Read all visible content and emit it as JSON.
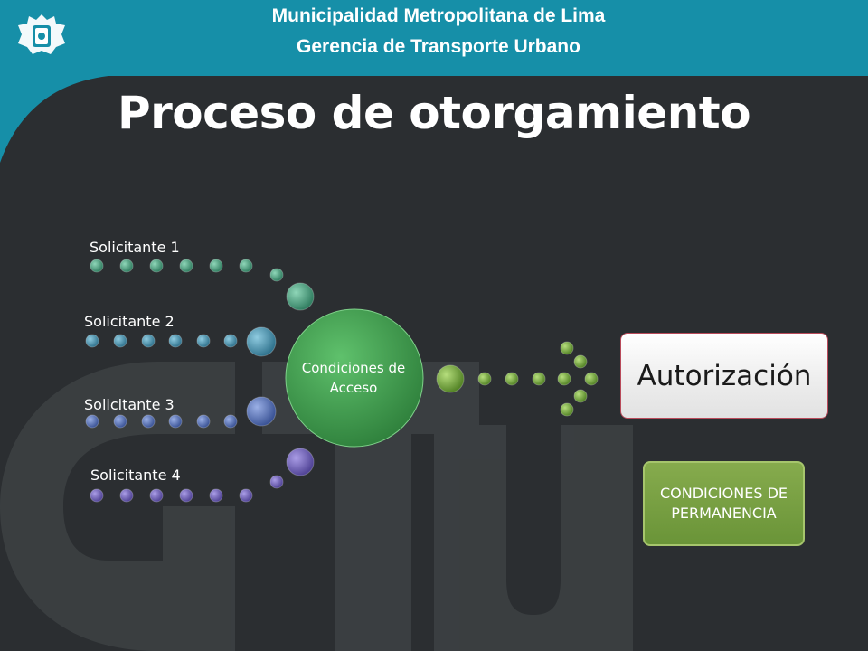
{
  "header": {
    "line1": "Municipalidad Metropolitana de Lima",
    "line2": "Gerencia de Transporte Urbano",
    "logo_icon": "lima-coat-of-arms-icon",
    "watermark": "GTU"
  },
  "title": "Proceso de otorgamiento",
  "applicants": [
    {
      "label": "Solicitante 1",
      "color": "#3f9b7a"
    },
    {
      "label": "Solicitante 2",
      "color": "#3f8aa9"
    },
    {
      "label": "Solicitante 3",
      "color": "#4a6fb3"
    },
    {
      "label": "Solicitante 4",
      "color": "#6a5bb3"
    }
  ],
  "center": {
    "label": "Condiciones de Acceso",
    "color": "#3f9a4f"
  },
  "output_chain_color": "#6fa83a",
  "boxes": {
    "autorizacion": "Autorización",
    "condiciones_permanencia": "CONDICIONES DE PERMANENCIA"
  },
  "colors": {
    "header_teal": "#168fa8",
    "background": "#2b2e31"
  }
}
